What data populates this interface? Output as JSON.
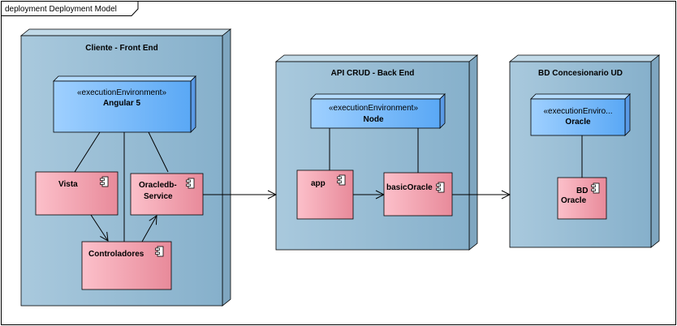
{
  "frame": {
    "title": "deployment Deployment Model"
  },
  "nodes": {
    "cliente": {
      "title": "Cliente - Front End"
    },
    "api": {
      "title": "API CRUD - Back End"
    },
    "bd": {
      "title": "BD Concesionario UD"
    }
  },
  "environments": {
    "angular": {
      "stereotype": "«executionEnvironment»",
      "name": "Angular 5"
    },
    "node": {
      "stereotype": "«executionEnvironment»",
      "name": "Node"
    },
    "oracle": {
      "stereotype": "«executionEnviro...",
      "name": "Oracle"
    }
  },
  "components": {
    "vista": {
      "label": "Vista"
    },
    "oracledb_service": {
      "line1": "Oracledb-",
      "line2": "Service"
    },
    "controladores": {
      "label": "Controladores"
    },
    "app": {
      "label": "app"
    },
    "basic_oracle": {
      "label": "basicOracle"
    },
    "bd_oracle": {
      "line1": "BD",
      "line2": "Oracle"
    }
  },
  "colors": {
    "node_fill": "#9ec0d6",
    "node_top": "#c2dae8",
    "node_side": "#7fa6c0",
    "env_fill": "#7fbfff",
    "env_top": "#b5dcff",
    "env_side": "#5a9ae6",
    "component_fill": "#f2aab6",
    "stroke": "#000000"
  }
}
